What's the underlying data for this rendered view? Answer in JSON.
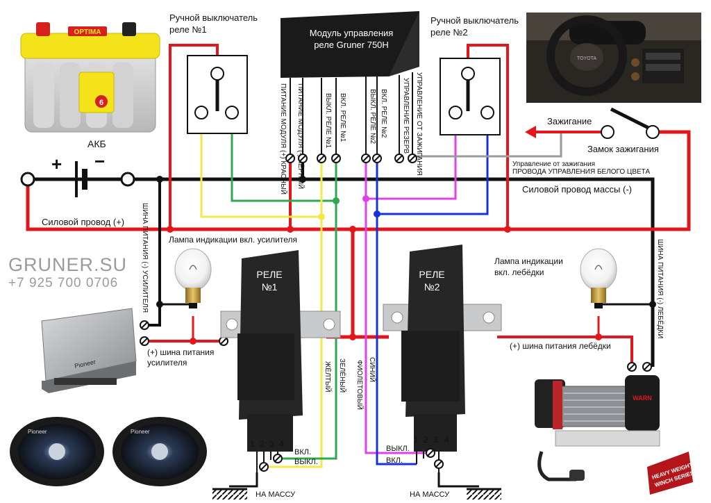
{
  "labels": {
    "battery_name": "АКБ",
    "plus_sign": "+",
    "minus_sign": "−",
    "power_wire_plus": "Силовой провод (+)",
    "power_wire_ground": "Силовой провод массы (-)",
    "manual_switch_1_line1": "Ручной выключатель",
    "manual_switch_1_line2": "реле №1",
    "manual_switch_2_line1": "Ручной выключатель",
    "manual_switch_2_line2": "реле №2",
    "module_line1": "Модуль управления",
    "module_line2": "реле Gruner 750H",
    "ignition": "Зажигание",
    "ignition_lock": "Замок зажигания",
    "ignition_control_line1": "Управление от зажигания",
    "ignition_control_line2": "ПРОВОДА УПРАВЛЕНИЯ БЕЛОГО ЦВЕТА",
    "amp_lamp": "Лампа индикации вкл. усилителя",
    "winch_lamp_line1": "Лампа индикации",
    "winch_lamp_line2": "вкл. лебёдки",
    "amp_bus_minus": "ШИНА ПИТАНИЯ (-) УСИЛИТЕЛЯ",
    "winch_bus_minus": "ШИНА ПИТАНИЯ (-) ЛЕБЁДКИ",
    "amp_bus_plus_line1": "(+) шина питания",
    "amp_bus_plus_line2": "усилителя",
    "winch_bus_plus": "(+) шина питания лебёдки",
    "relay1_line1": "РЕЛЕ",
    "relay1_line2": "№1",
    "relay2_line1": "РЕЛЕ",
    "relay2_line2": "№2",
    "to_ground_1": "НА МАССУ",
    "to_ground_2": "НА МАССУ",
    "on": "ВКЛ.",
    "off": "ВЫКЛ.",
    "pin1": "1",
    "pin2": "2",
    "pin3": "3",
    "pin4": "4",
    "wire_green": "ЗЕЛЁНЫЙ",
    "wire_yellow": "ЖЁЛТЫЙ",
    "wire_violet": "ФИОЛЕТОВЫЙ",
    "wire_blue": "СИНИЙ"
  },
  "module_pins": [
    "ПИТАНИЕ МОДУЛЯ (-) ЧЁРНЫЙ",
    "ПИТАНИЕ МОДУЛЯ (+) КРАСНЫЙ",
    "ВЫКЛ. РЕЛЕ №1",
    "ВКЛ. РЕЛЕ №1",
    "ВЫКЛ. РЕЛЕ №2",
    "ВКЛ. РЕЛЕ №2",
    "УПРАВЛЕНИЕ РЕЗЕРВ",
    "УПРАВЛЕНИЕ ОТ ЗАЖИГАНИЯ"
  ],
  "brand": {
    "site": "GRUNER.SU",
    "phone": "+7 925 700 0706"
  },
  "battery_photo": {
    "logo_text": "OPTIMA",
    "badge": "6"
  },
  "winch_photo": {
    "brand": "WARN",
    "sticker_line1": "HEAVY WEIGHT",
    "sticker_line2": "WINCH SERIES"
  },
  "amplifier_photo": {
    "brand": "Pioneer"
  },
  "speaker_photo": {
    "brand": "Pioneer"
  },
  "dashboard_photo": {
    "emblem": "TOYOTA"
  },
  "colors": {
    "red_wire": "#e3161b",
    "black_wire": "#111111",
    "green_wire": "#2fa84f",
    "yellow_wire": "#f2ea4a",
    "violet_wire": "#e040e8",
    "blue_wire": "#1830d8",
    "gray_wire": "#9a9a9a",
    "brand_gray": "#9a9a9a"
  }
}
